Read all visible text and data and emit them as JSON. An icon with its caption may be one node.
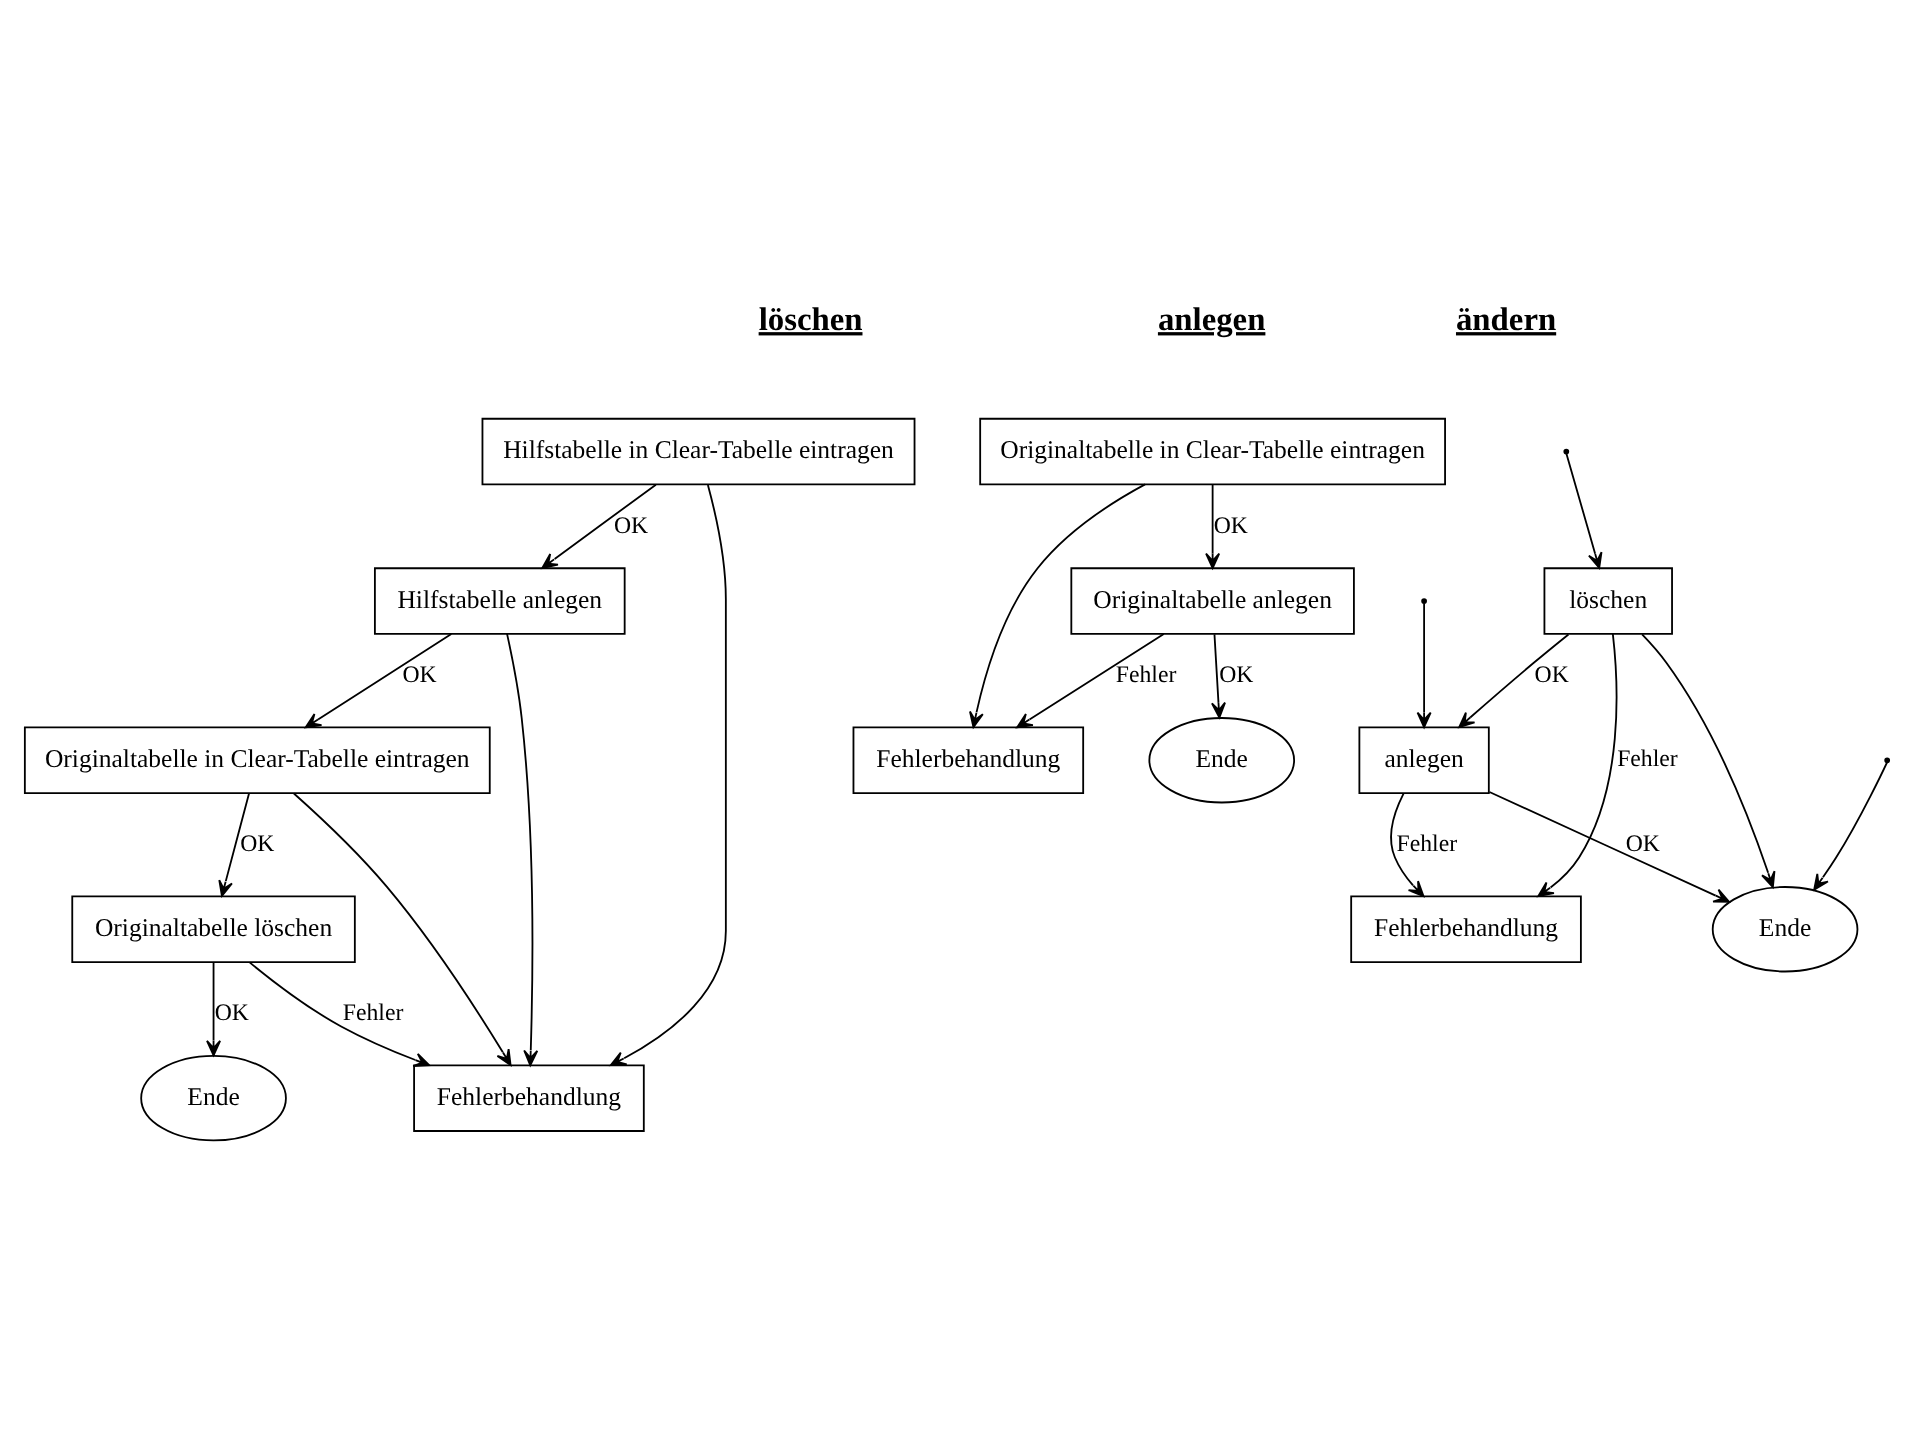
{
  "diagram": {
    "nodes": [
      {
        "text": [
          "Hilfstabelle in Clear-Tabelle eintragen"
        ]
      },
      {
        "text": [
          "Hilfstabelle anlegen"
        ]
      },
      {
        "text": [
          "Originaltabelle in Clear-Tabelle eintragen"
        ]
      },
      {
        "text": [
          "Originaltabelle löschen"
        ]
      },
      {
        "text": [
          "Ende"
        ]
      },
      {
        "text": [
          "Fehlerbehandlung"
        ]
      },
      {
        "text": [
          "Originaltabelle in Clear-Tabelle eintragen"
        ]
      },
      {
        "text": [
          "Originaltabelle anlegen"
        ]
      },
      {
        "text": [
          "Ende"
        ]
      },
      {
        "text": [
          "Fehlerbehandlung"
        ]
      },
      {
        "text": [
          "löschen"
        ]
      },
      {
        "text": [
          "anlegen"
        ]
      },
      {
        "text": [
          "Fehlerbehandlung"
        ]
      },
      {
        "text": [
          "Ende"
        ]
      }
    ],
    "edges": [
      {
        "from": 0,
        "to": 1,
        "arrow": "to",
        "label": "OK"
      },
      {
        "from": 1,
        "to": 2,
        "arrow": "to",
        "label": "OK"
      },
      {
        "from": 2,
        "to": 3,
        "arrow": "to",
        "label": "OK"
      },
      {
        "from": 3,
        "to": 4,
        "arrow": "to",
        "label": "OK"
      },
      {
        "from": 0,
        "to": 5,
        "arrow": "to"
      },
      {
        "from": 1,
        "to": 5,
        "arrow": "to"
      },
      {
        "from": 2,
        "to": 5,
        "arrow": "to"
      },
      {
        "from": 3,
        "to": 5,
        "arrow": "to",
        "label": "Fehler"
      },
      {
        "from": 6,
        "to": 7,
        "arrow": "to",
        "label": "OK"
      },
      {
        "from": 7,
        "to": 8,
        "arrow": "to",
        "label": "OK"
      },
      {
        "from": 6,
        "to": 9,
        "arrow": "to"
      },
      {
        "from": 7,
        "to": 9,
        "arrow": "to",
        "label": "Fehler"
      },
      {
        "from": null,
        "to": 10,
        "arrow": "to"
      },
      {
        "from": null,
        "to": 11,
        "arrow": "to"
      },
      {
        "from": null,
        "to": 13,
        "arrow": "to"
      },
      {
        "from": 10,
        "to": 12,
        "arrow": "to",
        "label": "Fehler"
      },
      {
        "from": 10,
        "to": 11,
        "arrow": "to",
        "label": "OK"
      },
      {
        "from": 10,
        "to": 13,
        "arrow": "to"
      },
      {
        "from": 11,
        "to": 12,
        "arrow": "to",
        "label": "Fehler"
      },
      {
        "from": 11,
        "to": 13,
        "arrow": "to",
        "label": "OK"
      }
    ],
    "labels": [
      "löschen",
      "anlegen",
      "ändern"
    ]
  }
}
